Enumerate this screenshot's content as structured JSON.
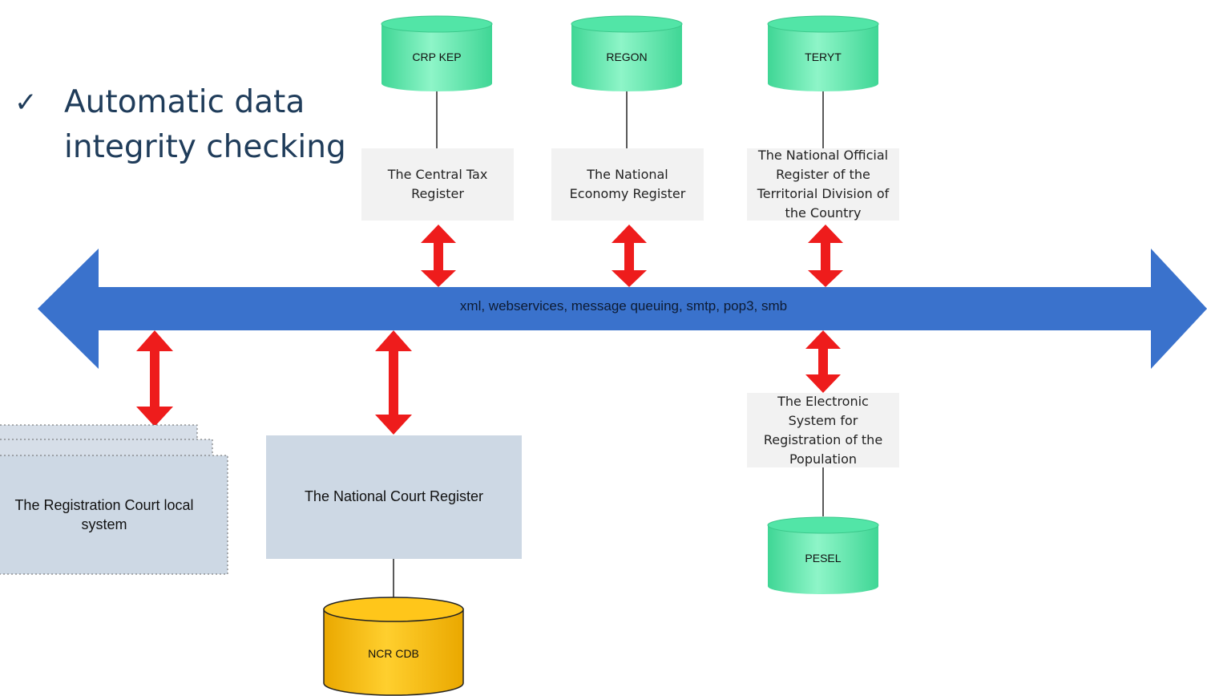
{
  "bullet": {
    "check": "✓",
    "text": "Automatic data integrity checking"
  },
  "databases": {
    "crp_kep": "CRP KEP",
    "regon": "REGON",
    "teryt": "TERYT",
    "pesel": "PESEL",
    "ncr_cdb": "NCR CDB"
  },
  "registers": {
    "central_tax": "The Central Tax Register",
    "national_economy": "The National Economy Register",
    "territorial_division": "The National Official Register of the Territorial Division of the Country",
    "population": "The Electronic System for Registration of the Population"
  },
  "bus": {
    "label": "xml, webservices, message queuing, smtp, pop3, smb"
  },
  "systems": {
    "local_court": "The Registration Court local system",
    "national_court": "The National Court Register"
  },
  "colors": {
    "bus": "#3a72cc",
    "arrow": "#ee1c1c",
    "db_green": "#4fe3a4",
    "db_yellow": "#f5bb00",
    "register_box": "#f2f2f2",
    "system_box": "#cdd8e4"
  }
}
